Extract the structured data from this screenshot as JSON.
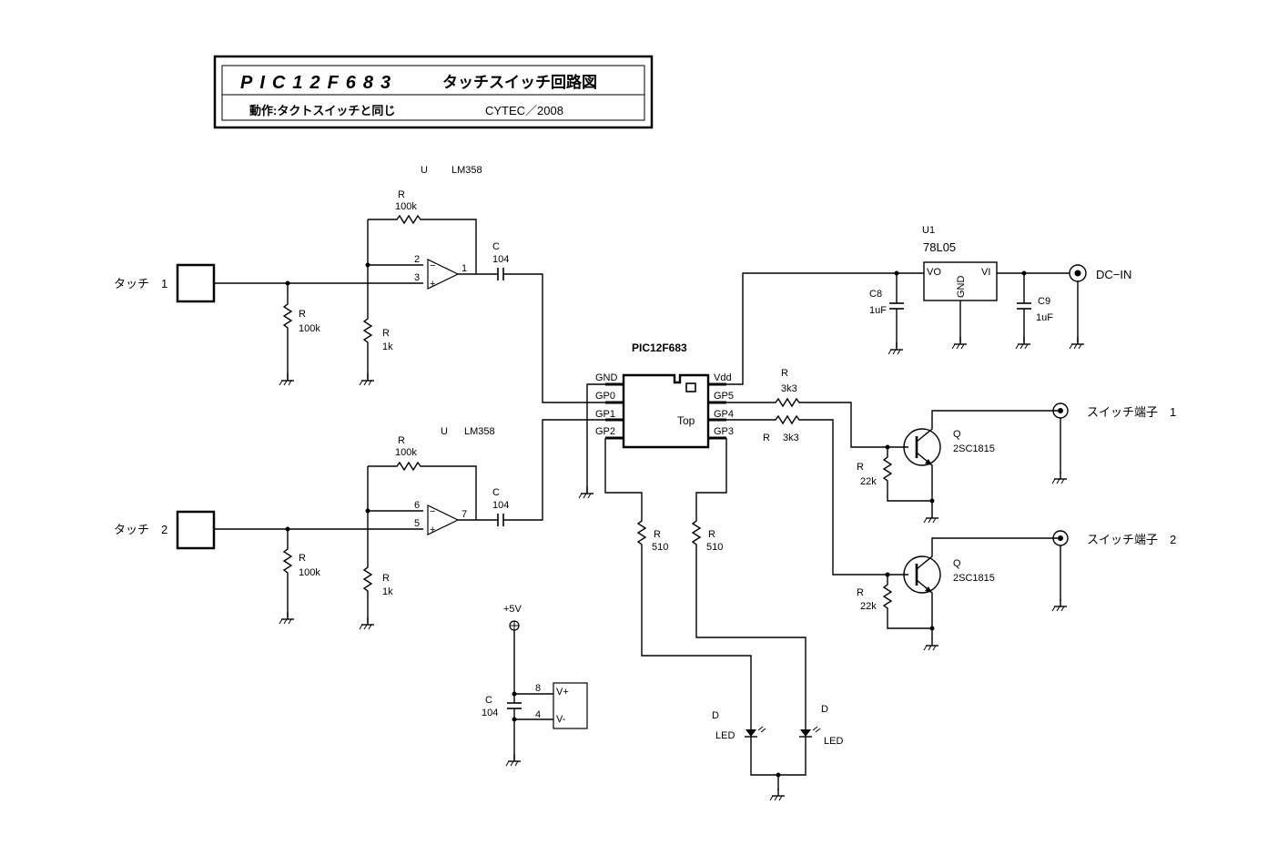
{
  "title_block": {
    "part": "PIC12F683",
    "title": "タッチスイッチ回路図",
    "note": "動作:タクトスイッチと同じ",
    "author": "CYTEC／2008"
  },
  "touch": {
    "t1": "タッチ　1",
    "t2": "タッチ　2"
  },
  "opamp": {
    "ref": "U",
    "value": "LM358",
    "pin_minus_a": "2",
    "pin_plus_a": "3",
    "pin_out_a": "1",
    "pin_minus_b": "6",
    "pin_plus_b": "5",
    "pin_out_b": "7",
    "minus": "−",
    "plus": "+"
  },
  "res": {
    "ref": "R",
    "fb": "100k",
    "bias": "100k",
    "gnd": "1k",
    "base": "3k3",
    "pull": "22k",
    "led": "510"
  },
  "cap": {
    "ref": "C",
    "value": "104",
    "c8": "C8",
    "c9": "C9",
    "uf": "1uF"
  },
  "mcu": {
    "name": "PIC12F683",
    "left_pins": [
      "GND",
      "GP0",
      "GP1",
      "GP2"
    ],
    "right_pins": [
      "Vdd",
      "GP5",
      "GP4",
      "GP3"
    ],
    "top": "Top"
  },
  "reg": {
    "ref": "U1",
    "value": "78L05",
    "vo": "VO",
    "vi": "VI",
    "gnd": "GND"
  },
  "dc_in": "DC−IN",
  "transistor": {
    "ref": "Q",
    "value": "2SC1815"
  },
  "switch_out": {
    "s1": "スイッチ端子　1",
    "s2": "スイッチ端子　2"
  },
  "led": {
    "ref": "D",
    "value": "LED"
  },
  "power": {
    "vcc": "+5V",
    "vplus": "V+",
    "vminus": "V-",
    "pin8": "8",
    "pin4": "4"
  }
}
